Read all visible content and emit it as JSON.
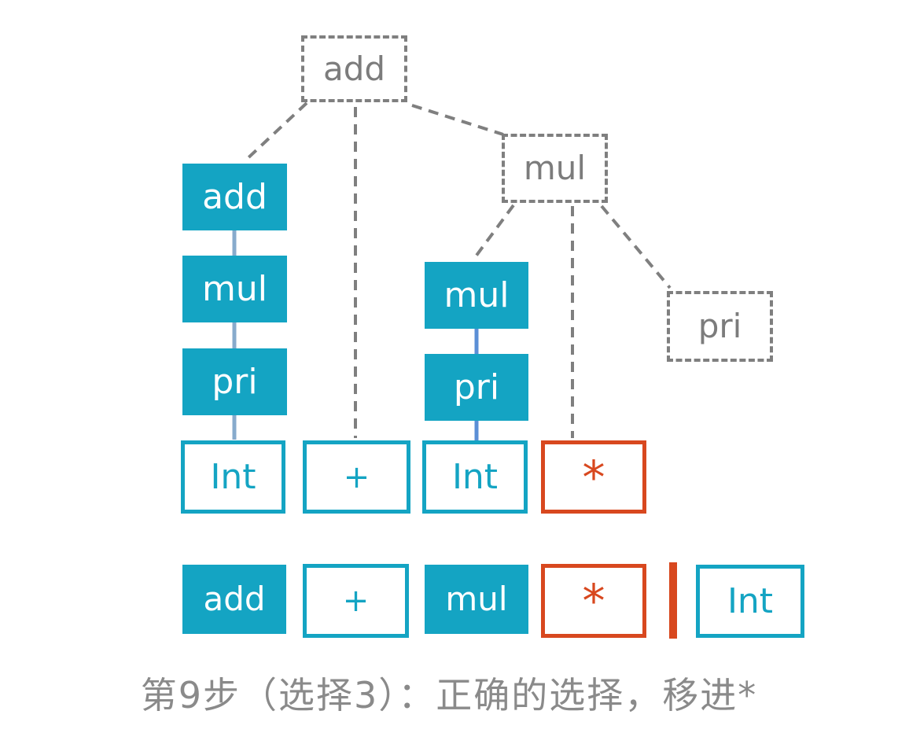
{
  "diagram": {
    "nodes": {
      "root_add": "add",
      "dashed_mul": "mul",
      "dashed_pri": "pri",
      "left_chain": [
        "add",
        "mul",
        "pri"
      ],
      "mid_chain": [
        "mul",
        "pri"
      ],
      "leaves": [
        "Int",
        "+",
        "Int",
        "*"
      ]
    },
    "tokens": [
      "add",
      "+",
      "mul",
      "*",
      "Int"
    ],
    "caption": "第9步（选择3）：正确的选择，移进*",
    "colors": {
      "teal": "#14a4c3",
      "red": "#d8481f",
      "gray": "#7f7f7f",
      "connector_blue": "#5b8fd6",
      "connector_muted": "#7ba2c6",
      "caption_gray": "#8a8a8a"
    }
  }
}
